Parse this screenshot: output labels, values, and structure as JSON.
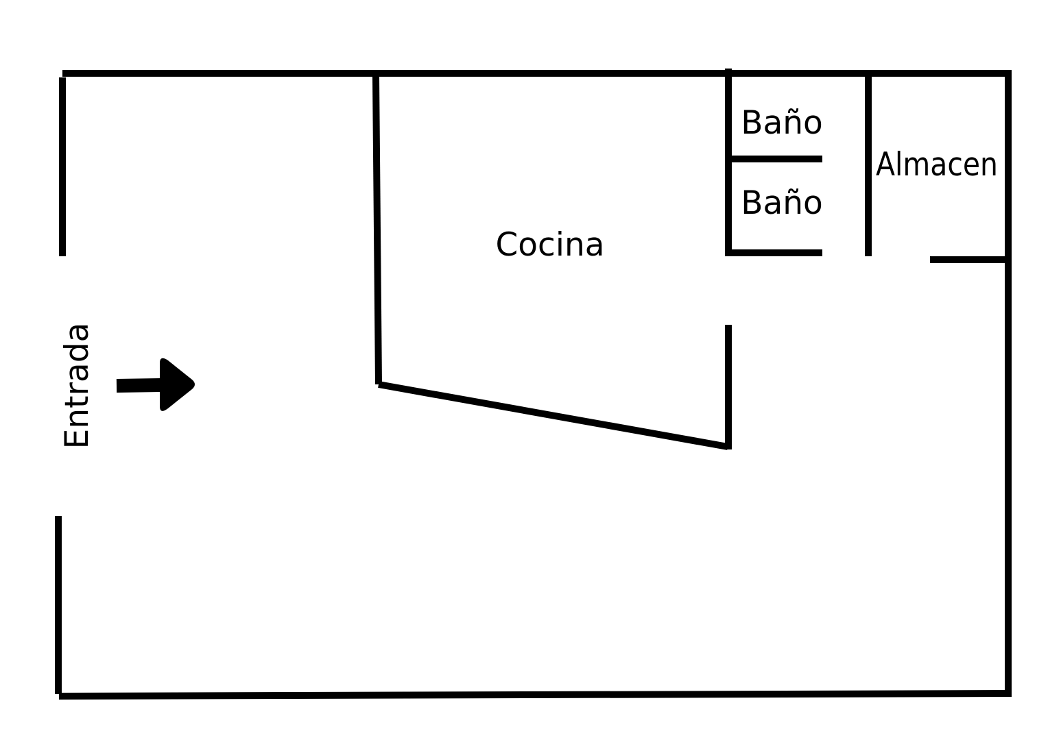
{
  "floorplan": {
    "labels": {
      "entrance": "Entrada",
      "kitchen": "Cocina",
      "bathroom_1": "Baño",
      "bathroom_2": "Baño",
      "storage": "Almacen"
    },
    "entrance_arrow_icon": "arrow-right-icon",
    "colors": {
      "walls": "#000000",
      "background": "#ffffff"
    }
  }
}
